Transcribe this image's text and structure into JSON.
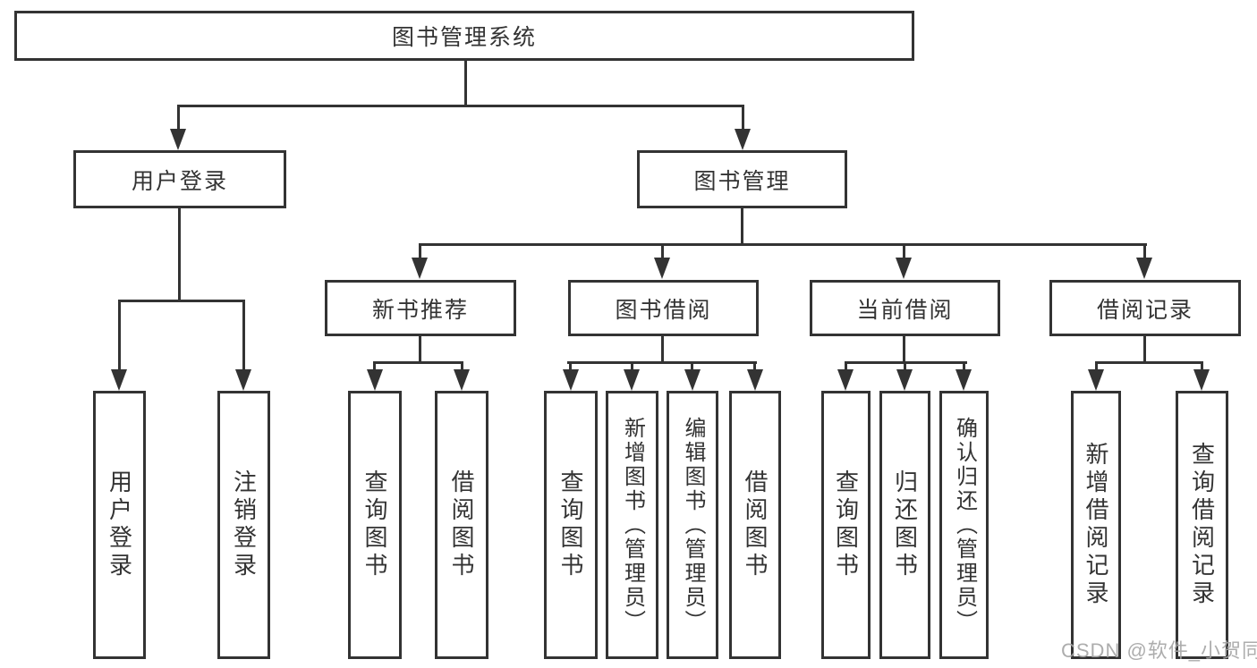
{
  "diagram": {
    "root": "图书管理系统",
    "level2": {
      "user_login": "用户登录",
      "book_mgmt": "图书管理"
    },
    "level3": {
      "new_book_rec": "新书推荐",
      "book_borrow": "图书借阅",
      "current_borrow": "当前借阅",
      "borrow_records": "借阅记录"
    },
    "leaves": {
      "user_login": [
        "用户登录",
        "注销登录"
      ],
      "new_book_rec": [
        "查询图书",
        "借阅图书"
      ],
      "book_borrow": [
        "查询图书",
        "新增图书（管理员）",
        "编辑图书（管理员）",
        "借阅图书"
      ],
      "current_borrow": [
        "查询图书",
        "归还图书",
        "确认归还（管理员）"
      ],
      "borrow_records": [
        "新增借阅记录",
        "查询借阅记录"
      ]
    }
  },
  "watermark": "CSDN @软件_小贺同学",
  "colors": {
    "line": "#333333",
    "text": "#333333",
    "watermark": "#a4a4a4",
    "background": "#ffffff"
  }
}
